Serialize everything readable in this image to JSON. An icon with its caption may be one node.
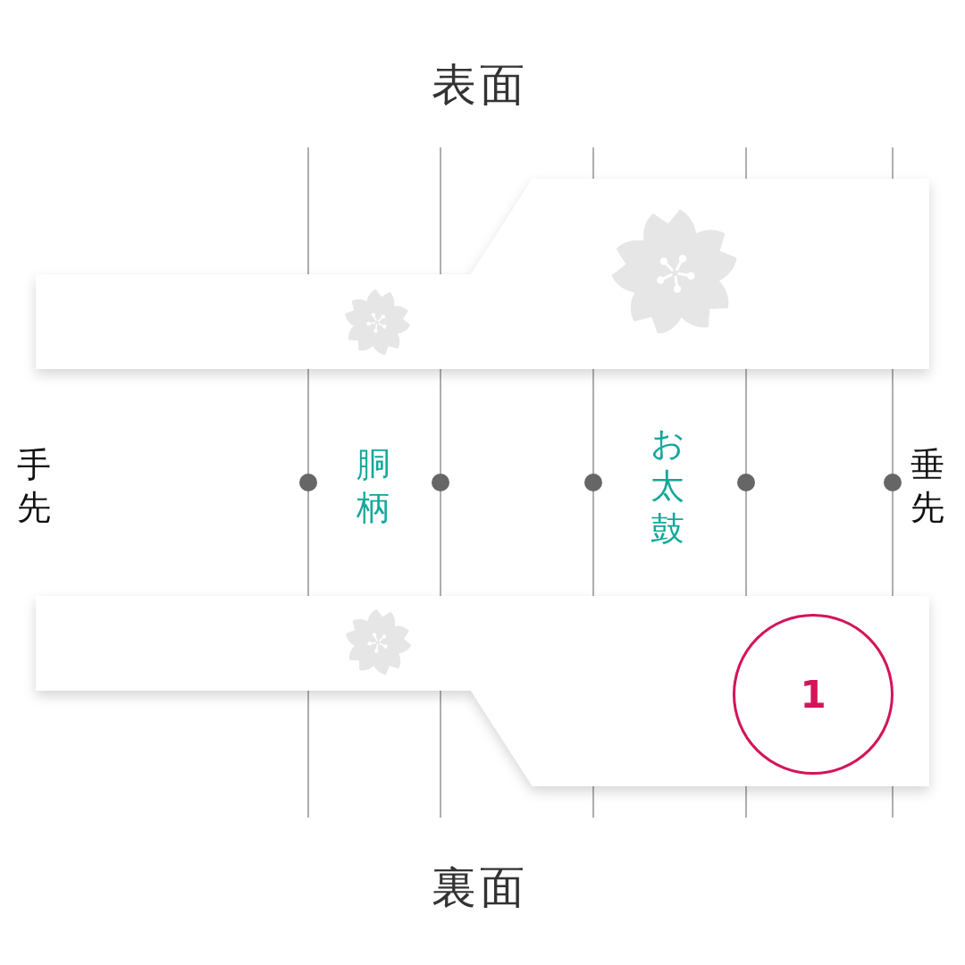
{
  "diagram": {
    "nodes": [
      {
        "text": [
          "1"
        ]
      }
    ],
    "labels": [
      "表面",
      "手先",
      "胴柄",
      "お太鼓",
      "垂先",
      "裏面"
    ]
  }
}
